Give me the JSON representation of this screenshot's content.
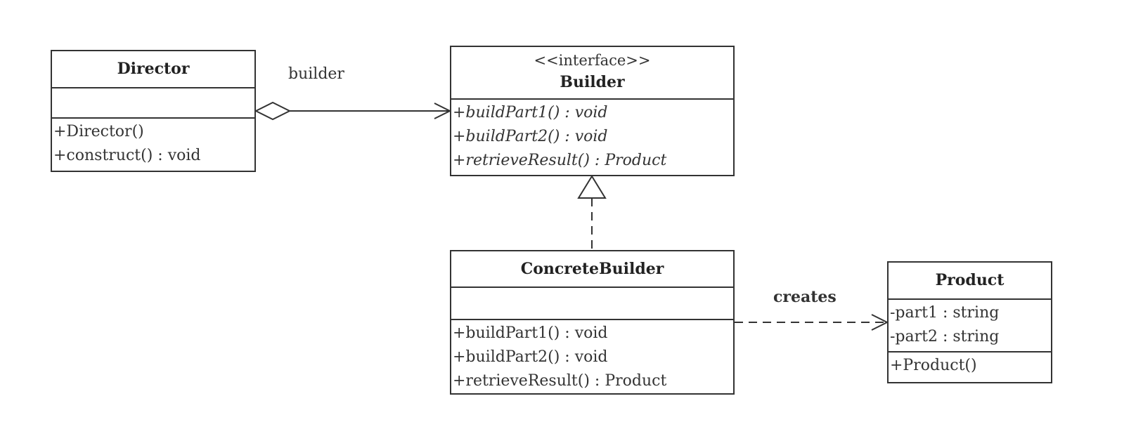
{
  "classes": {
    "director": {
      "name": "Director",
      "attributes": [],
      "operations": [
        "+Director()",
        "+construct() : void"
      ]
    },
    "builder": {
      "stereotype": "<<interface>>",
      "name": "Builder",
      "operations": [
        "+buildPart1() : void",
        "+buildPart2() : void",
        "+retrieveResult() : Product"
      ]
    },
    "concrete_builder": {
      "name": "ConcreteBuilder",
      "attributes": [],
      "operations": [
        "+buildPart1() : void",
        "+buildPart2() : void",
        "+retrieveResult() : Product"
      ]
    },
    "product": {
      "name": "Product",
      "attributes": [
        "-part1 : string",
        "-part2 : string"
      ],
      "operations": [
        "+Product()"
      ]
    }
  },
  "relations": {
    "aggregation_label": "builder",
    "dependency_label": "creates"
  },
  "colors": {
    "line": "#333333",
    "background": "#ffffff"
  }
}
